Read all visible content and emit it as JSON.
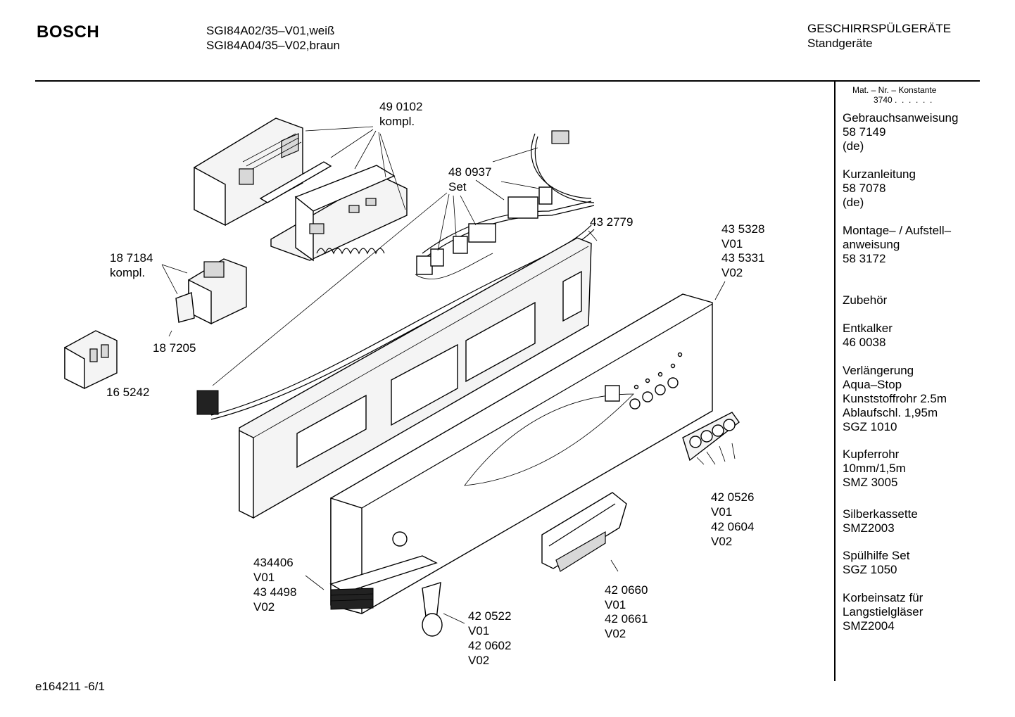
{
  "header": {
    "brand": "BOSCH",
    "model_line_1": "SGI84A02/35–V01,weiß",
    "model_line_2": "SGI84A04/35–V02,braun",
    "category_line_1": "GESCHIRRSPÜLGERÄTE",
    "category_line_2": "Standgeräte"
  },
  "footer": {
    "document_id": "e164211 -6/1"
  },
  "labels": {
    "l490102": "49 0102",
    "l490102b": "kompl.",
    "l480937": "48 0937",
    "l480937b": "Set",
    "l432779": "43 2779",
    "l435328a": "43 5328",
    "l435328b": "V01",
    "l435328c": "43 5331",
    "l435328d": "V02",
    "l187184a": "18 7184",
    "l187184b": "kompl.",
    "l187205": "18 7205",
    "l165242": "16 5242",
    "l420526a": "42 0526",
    "l420526b": "V01",
    "l420526c": "42 0604",
    "l420526d": "V02",
    "l434406a": "434406",
    "l434406b": "V01",
    "l434406c": "43 4498",
    "l434406d": "V02",
    "l420660a": "42 0660",
    "l420660b": "V01",
    "l420660c": "42 0661",
    "l420660d": "V02",
    "l420522a": "42 0522",
    "l420522b": "V01",
    "l420522c": "42 0602",
    "l420522d": "V02"
  },
  "sidebar": {
    "mat_header": "Mat. – Nr. – Konstante",
    "mat_value": "3740 .  .  .  .  .  .",
    "g1": [
      "Gebrauchsanweisung",
      "58 7149",
      "(de)"
    ],
    "g2": [
      "Kurzanleitung",
      "58 7078",
      "(de)"
    ],
    "g3": [
      "Montage– / Aufstell–",
      "anweisung",
      "58 3172"
    ],
    "g4": [
      "Zubehör"
    ],
    "g5": [
      "Entkalker",
      "46 0038"
    ],
    "g6": [
      "Verlängerung",
      "Aqua–Stop",
      "Kunststoffrohr 2.5m",
      "Ablaufschl. 1,95m",
      "SGZ 1010"
    ],
    "g7": [
      "Kupferrohr",
      "10mm/1,5m",
      "SMZ 3005"
    ],
    "g8": [
      "Silberkassette",
      "SMZ2003"
    ],
    "g9": [
      "Spülhilfe Set",
      "SGZ 1050"
    ],
    "g10": [
      "Korbeinsatz für",
      "Langstielgläser",
      "SMZ2004"
    ]
  }
}
